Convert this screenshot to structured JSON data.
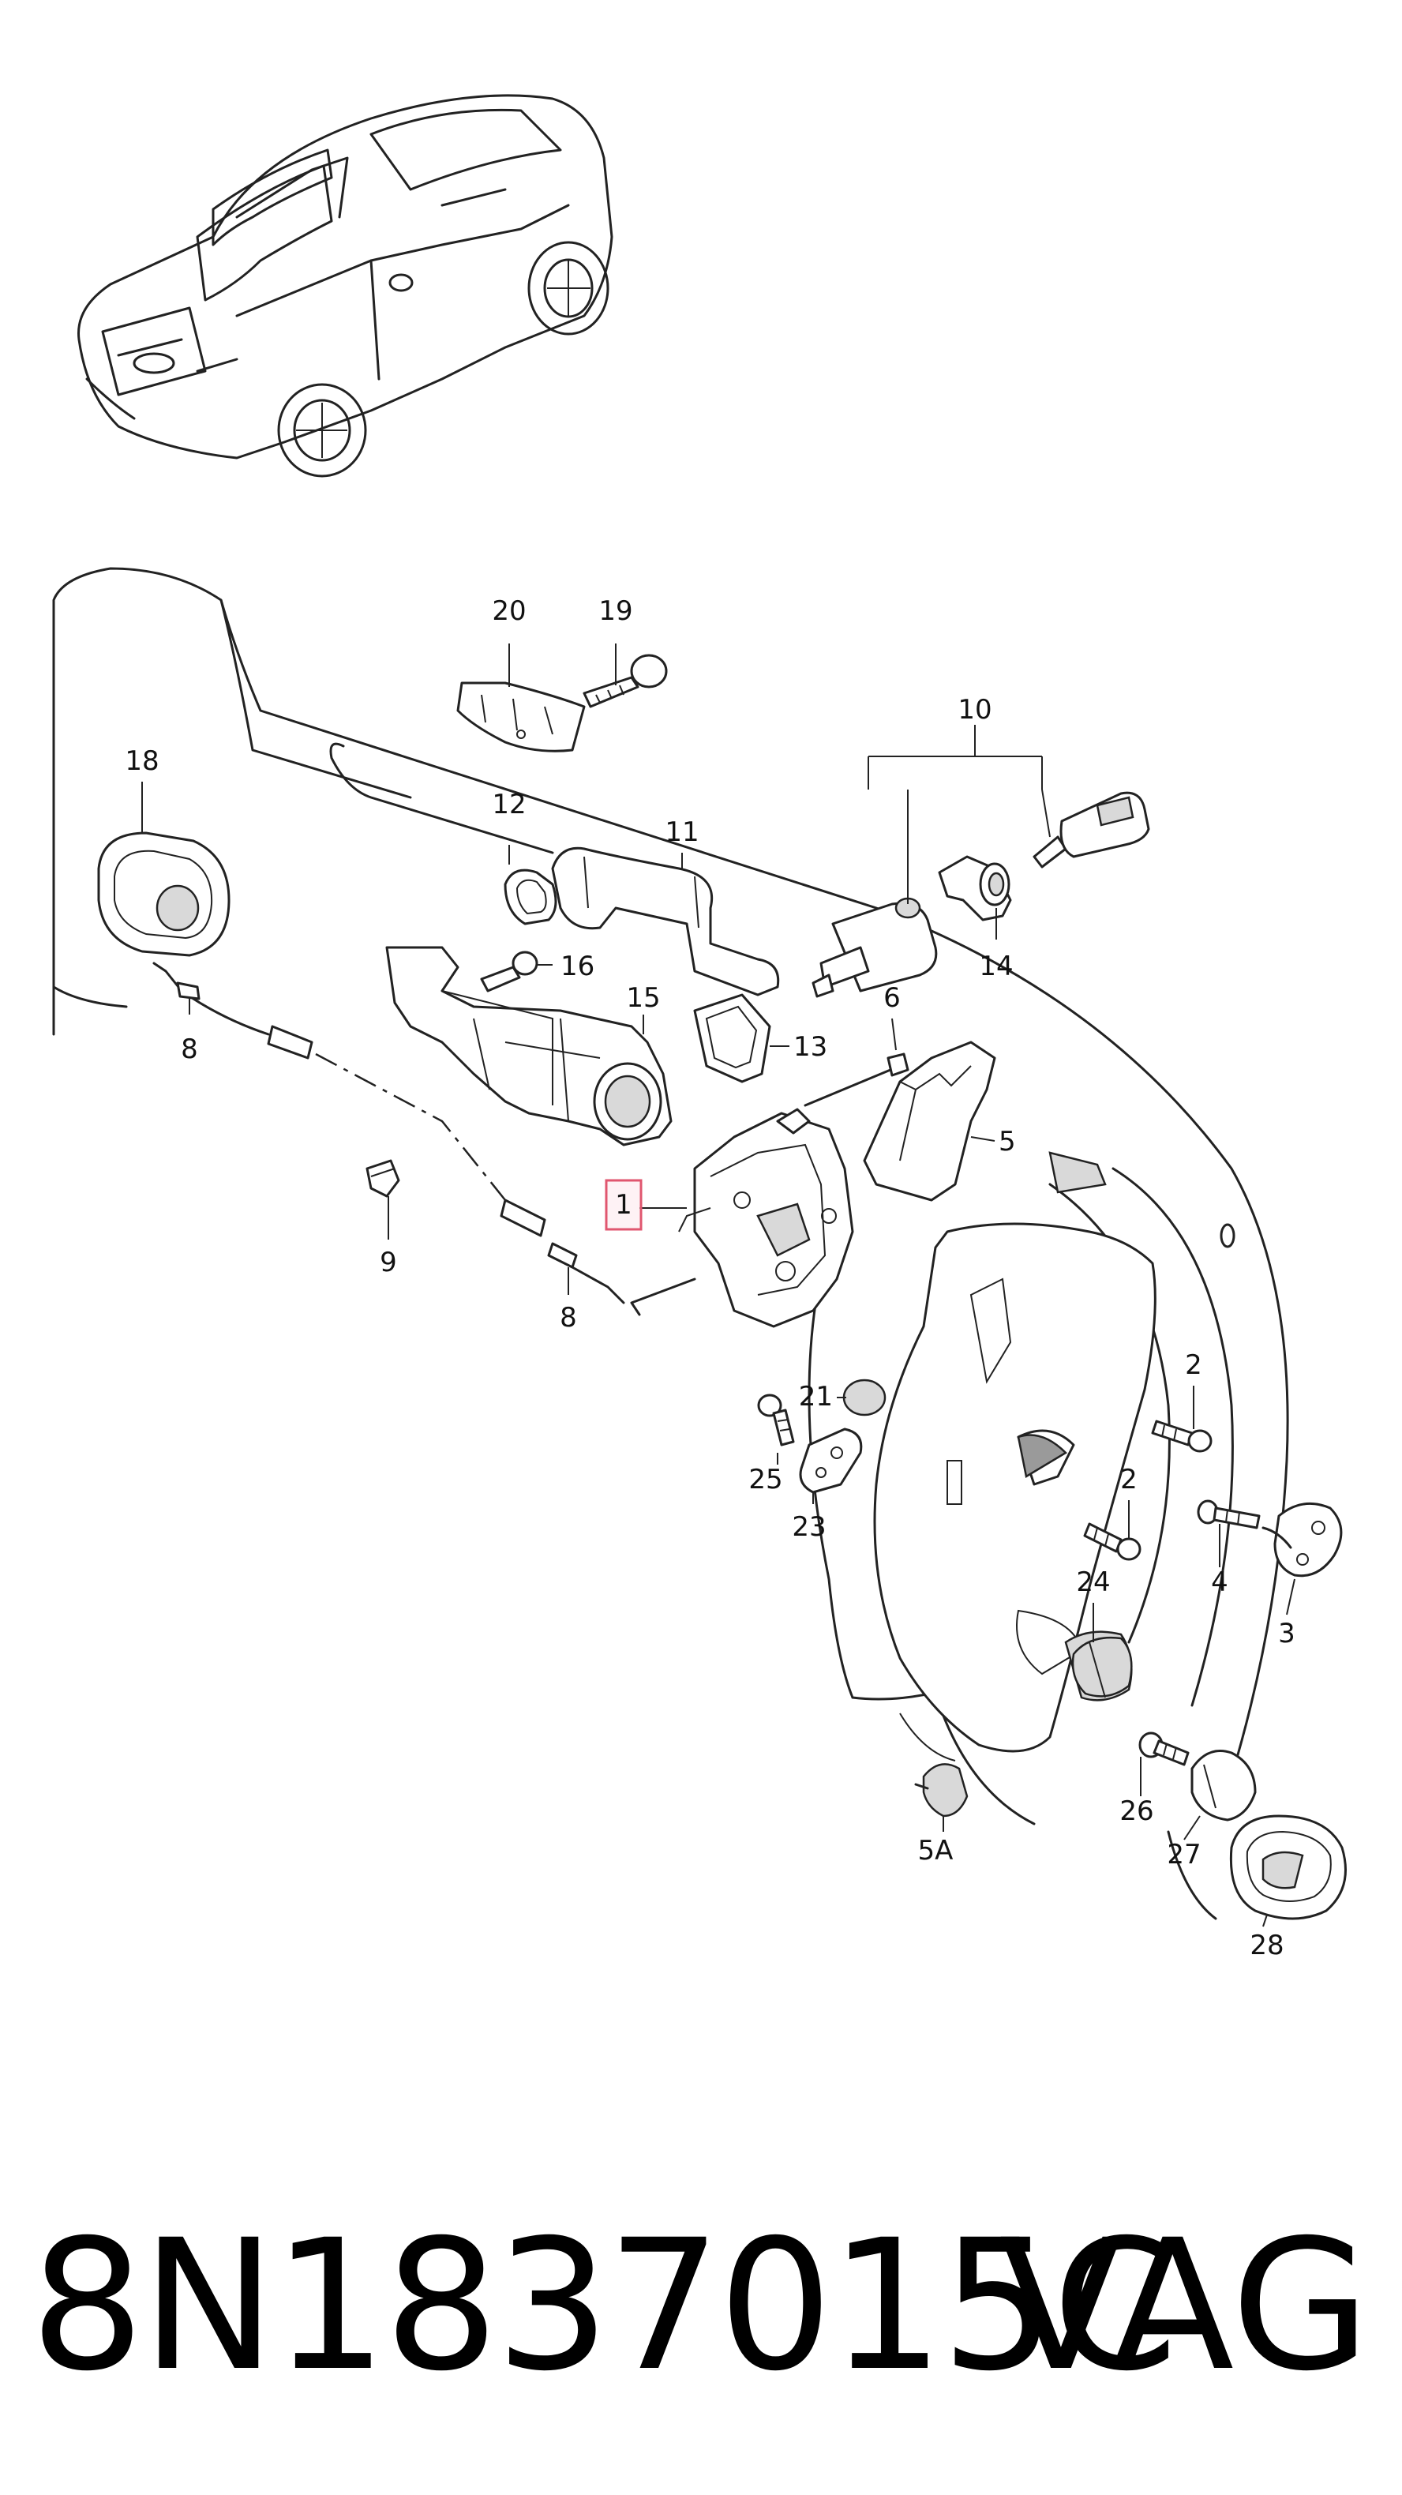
{
  "callouts": {
    "n1": "1",
    "n2a": "2",
    "n2b": "2",
    "n3": "3",
    "n4": "4",
    "n5": "5",
    "n5a": "5A",
    "n6": "6",
    "n8a": "8",
    "n8b": "8",
    "n9": "9",
    "n10": "10",
    "n11": "11",
    "n12": "12",
    "n13": "13",
    "n14": "14",
    "n15": "15",
    "n16": "16",
    "n18": "18",
    "n19": "19",
    "n20": "20",
    "n21": "21",
    "n23": "23",
    "n24": "24",
    "n25": "25",
    "n26": "26",
    "n27": "27",
    "n28": "28"
  },
  "footer": {
    "part_number": "8N1837015C",
    "brand": "VAG"
  },
  "colors": {
    "line": "#222222",
    "highlight_fill": "#fde8ec",
    "highlight_border": "#e0566f"
  }
}
